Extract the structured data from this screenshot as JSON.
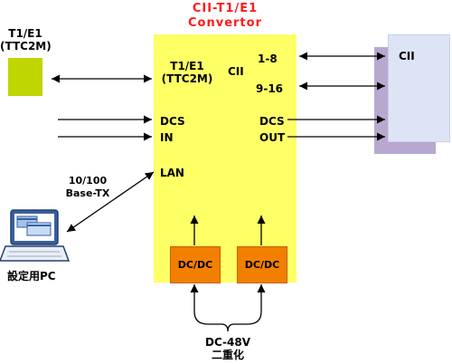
{
  "converter": {
    "title_line1": "CII-T1/E1",
    "title_line2": "Convertor",
    "port_t1e1_line1": "T1/E1",
    "port_t1e1_line2": "(TTC2M)",
    "port_cii": "CII",
    "port_range1": "1-8",
    "port_range2": "9-16",
    "dcs_in_line1": "DCS",
    "dcs_in_line2": "IN",
    "dcs_out_line1": "DCS",
    "dcs_out_line2": "OUT",
    "lan": "LAN",
    "dcdc_left": "DC/DC",
    "dcdc_right": "DC/DC"
  },
  "external": {
    "t1e1_line1": "T1/E1",
    "t1e1_line2": "(TTC2M)",
    "cii_device": "CII",
    "lan_speed_line1": "10/100",
    "lan_speed_line2": "Base-TX",
    "pc_label": "設定用PC",
    "power_line1": "DC-48V",
    "power_line2": "二重化"
  },
  "colors": {
    "converter_fill": "#ffff66",
    "t1e1_fill": "#bfd600",
    "cii_front": "#dde4f5",
    "cii_shadow": "#b8a8d0",
    "dcdc_fill": "#f27f00",
    "title_red": "#ff1a1a"
  },
  "icons": {
    "pc": "laptop-icon"
  }
}
